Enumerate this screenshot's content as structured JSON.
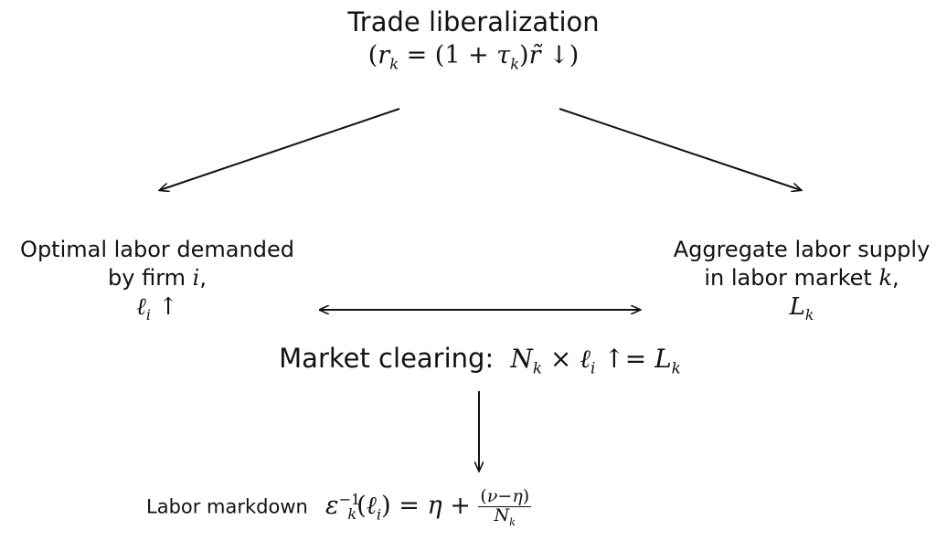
{
  "top": {
    "title": "Trade liberalization",
    "formula": "(r_k = (1 + τ_k) r̃ ↓)"
  },
  "left": {
    "line1": "Optimal labor demanded",
    "line2_prefix": "by firm ",
    "line2_var": "i",
    "line2_suffix": ",",
    "math": "ℓ_i ↑"
  },
  "right": {
    "line1": "Aggregate labor supply",
    "line2_prefix": "in labor market ",
    "line2_var": "k",
    "line2_suffix": ",",
    "math": "L_k"
  },
  "clearing": {
    "label": "Market clearing:",
    "math": "N_k × ℓ_i ↑= L_k"
  },
  "markdown": {
    "label": "Labor markdown",
    "math": "ε_k^{-1}(ℓ_i) = η + (ν−η)/N_k"
  }
}
